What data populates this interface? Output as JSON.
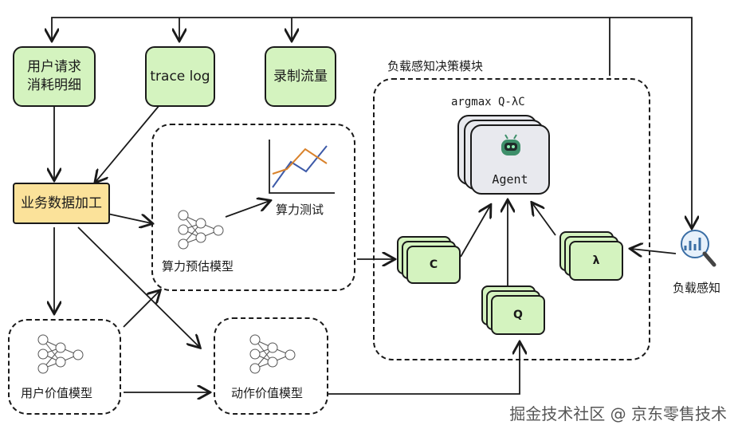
{
  "nodes": {
    "user_request": "用户请求\n消耗明细",
    "trace_log": "trace log",
    "record_traffic": "录制流量",
    "business_data": "业务数据加工",
    "compute_estimate": "算力预估模型",
    "compute_test": "算力测试",
    "user_value": "用户价值模型",
    "action_value": "动作价值模型",
    "module_title": "负载感知决策模块",
    "argmax": "argmax Q-λC",
    "agent": "Agent",
    "c": "C",
    "q": "Q",
    "lambda": "λ",
    "load_aware": "负载感知"
  },
  "watermark": "掘金技术社区 @ 京东零售技术",
  "colors": {
    "green": "#d4f3bf",
    "yellow": "#fbe29a",
    "chart_blue": "#3d5aa8",
    "chart_orange": "#d9822b",
    "agent_bg": "#e8e9ee",
    "bot_green": "#3e8f6a"
  },
  "icons": [
    "neural-net-icon",
    "line-chart-icon",
    "robot-icon",
    "magnifier-chart-icon"
  ]
}
